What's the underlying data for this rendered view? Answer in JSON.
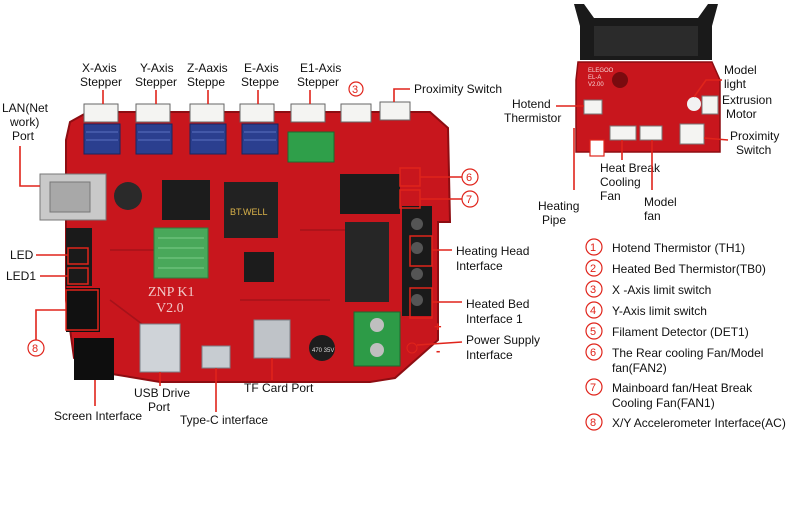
{
  "main_board": {
    "silk_model": "ZNP K1",
    "silk_version": "V2.0",
    "capacitor_text": "470 35V"
  },
  "labels": {
    "x_axis": [
      "X-Axis",
      "Stepper"
    ],
    "y_axis": [
      "Y-Axis",
      "Stepper"
    ],
    "z_axis": [
      "Z-Aaxis",
      "Steppe"
    ],
    "e_axis": [
      "E-Axis",
      "Steppe"
    ],
    "e1_axis": [
      "E1-Axis",
      "Stepper"
    ],
    "proximity_switch": "Proximity Switch",
    "lan_port": [
      "LAN(Net",
      "work)",
      "Port"
    ],
    "led": "LED",
    "led1": "LED1",
    "heating_head": [
      "Heating Head",
      "Interface"
    ],
    "heated_bed": [
      "Heated Bed",
      "Interface 1"
    ],
    "power_supply": [
      "Power Supply",
      "Interface"
    ],
    "plus": "+",
    "minus": "-",
    "screen": "Screen Interface",
    "usb_drive": [
      "USB Drive",
      "Port"
    ],
    "type_c": "Type-C interface",
    "tf_card": "TF Card Port"
  },
  "markers": {
    "m3": "3",
    "m6": "6",
    "m7": "7",
    "m8": "8"
  },
  "side_board": {
    "silk": [
      "ELEGOO",
      "EL-A",
      "V2.00"
    ],
    "model_light": [
      "Model",
      "light"
    ],
    "hotend_thermistor": [
      "Hotend",
      "Thermistor"
    ],
    "extrusion_motor": [
      "Extrusion",
      "Motor"
    ],
    "proximity_switch": [
      "Proximity",
      "Switch"
    ],
    "heating_pipe": [
      "Heating",
      "Pipe"
    ],
    "heat_break_fan": [
      "Heat Break",
      "Cooling",
      "Fan"
    ],
    "model_fan": [
      "Model",
      "fan"
    ]
  },
  "legend": [
    {
      "num": "1",
      "lines": [
        "Hotend Thermistor (TH1)"
      ]
    },
    {
      "num": "2",
      "lines": [
        "Heated Bed Thermistor(TB0)"
      ]
    },
    {
      "num": "3",
      "lines": [
        "X -Axis limit switch"
      ]
    },
    {
      "num": "4",
      "lines": [
        "Y-Axis limit switch"
      ]
    },
    {
      "num": "5",
      "lines": [
        "Filament Detector (DET1)"
      ]
    },
    {
      "num": "6",
      "lines": [
        "The Rear cooling Fan/Model",
        "fan(FAN2)"
      ]
    },
    {
      "num": "7",
      "lines": [
        "Mainboard fan/Heat Break",
        "Cooling Fan(FAN1)"
      ]
    },
    {
      "num": "8",
      "lines": [
        "X/Y Accelerometer Interface(AC)"
      ]
    }
  ]
}
